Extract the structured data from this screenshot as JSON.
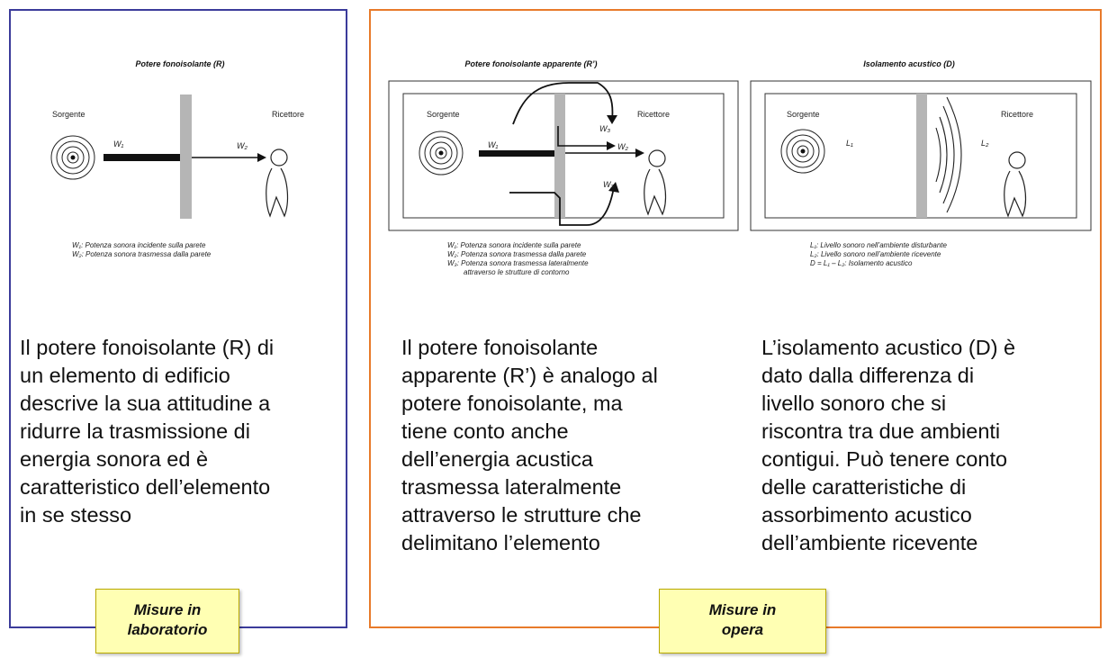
{
  "lab": {
    "figure_title": "Potere fonoisolante (R)",
    "source_label": "Sorgente",
    "receiver_label": "Ricettore",
    "w1_label": "W₁",
    "w2_label": "W₂",
    "caption_line1": "W₁: Potenza sonora incidente sulla parete",
    "caption_line2": "W₂: Potenza sonora trasmessa dalla parete",
    "desc_lines": [
      "Il potere fonoisolante (R) di",
      "un elemento di edificio",
      "descrive la sua attitudine a",
      "ridurre la trasmissione di",
      "energia sonora ed è",
      "caratteristico dell’elemento",
      "in se stesso"
    ],
    "note_line1": "Misure in",
    "note_line2": "laboratorio"
  },
  "apparent": {
    "figure_title": "Potere fonoisolante apparente (R’)",
    "source_label": "Sorgente",
    "receiver_label": "Ricettore",
    "w1_label": "W₁",
    "w2_label": "W₂",
    "w3_label": "W₃",
    "caption_line1": "W₁: Potenza sonora incidente sulla parete",
    "caption_line2": "W₂: Potenza sonora trasmessa dalla parete",
    "caption_line3": "W₃: Potenza sonora trasmessa lateralmente",
    "caption_line4": "attraverso le strutture di contorno",
    "desc_lines": [
      "Il potere fonoisolante",
      "apparente (R’) è analogo al",
      "potere fonoisolante, ma",
      "tiene conto anche",
      "dell’energia acustica",
      "trasmessa lateralmente",
      "attraverso le strutture che",
      "delimitano l’elemento"
    ]
  },
  "isolation": {
    "figure_title": "Isolamento acustico (D)",
    "source_label": "Sorgente",
    "receiver_label": "Ricettore",
    "l1_label": "L₁",
    "l2_label": "L₂",
    "caption_line1": "L₁: Livello sonoro nell’ambiente disturbante",
    "caption_line2": "L₂: Livello sonoro nell’ambiente ricevente",
    "caption_line3": "D = L₁ – L₂: Isolamento acustico",
    "desc_lines": [
      "L’isolamento acustico (D) è",
      "dato dalla differenza di",
      "livello sonoro che si",
      "riscontra tra due ambienti",
      "contigui. Può tenere conto",
      "delle caratteristiche di",
      "assorbimento acustico",
      "dell’ambiente ricevente"
    ]
  },
  "site_note": {
    "note_line1": "Misure in",
    "note_line2": "opera"
  },
  "colors": {
    "lab_border": "#3b3b9a",
    "site_border": "#e87a2a",
    "note_fill": "#ffffb3",
    "wall_gray": "#b5b5b5"
  }
}
